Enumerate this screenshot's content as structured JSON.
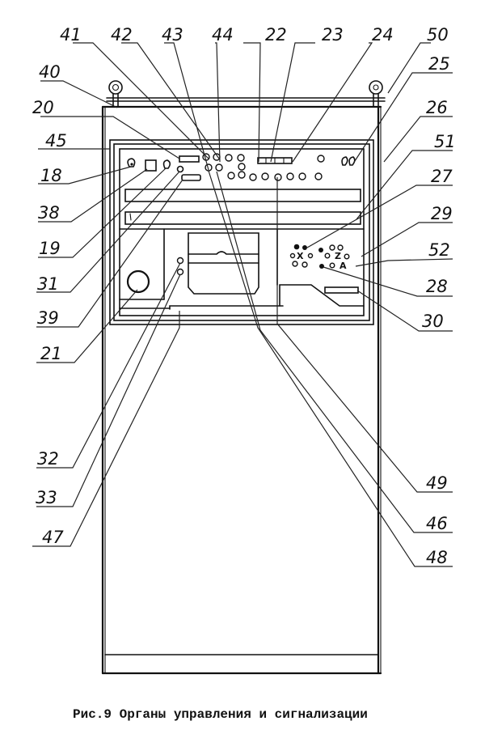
{
  "figure": {
    "caption": "Рис.9  Органы управления и сигнализации",
    "callouts_top": [
      "41",
      "42",
      "43",
      "44",
      "22",
      "23",
      "24",
      "50"
    ],
    "callouts_left": [
      "40",
      "20",
      "45",
      "18",
      "38",
      "19",
      "31",
      "39",
      "21",
      "32",
      "33",
      "47"
    ],
    "callouts_right": [
      "25",
      "26",
      "51",
      "27",
      "29",
      "52",
      "28",
      "30",
      "49",
      "46",
      "48"
    ],
    "panel_glyphs": {
      "left_cluster": "X",
      "right_cluster": "Z",
      "right_cluster_arrow": "A"
    }
  }
}
